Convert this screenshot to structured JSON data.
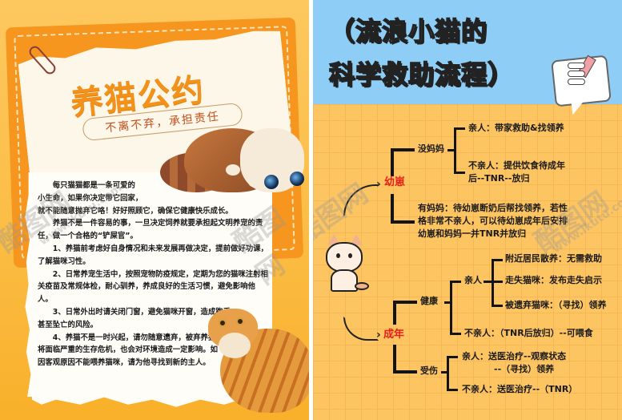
{
  "left_poster": {
    "title": "养猫公约",
    "subtitle": "不离不弃，承担责任",
    "paragraphs": [
      {
        "indent": true,
        "text": "每只猫猫都是一条可爱的"
      },
      {
        "indent": false,
        "text": "小生命，如果你决定带它回家，"
      },
      {
        "indent": false,
        "text": "就不能随意抛弃它咯！好好照顾它，确保它健康快乐成长。"
      },
      {
        "indent": true,
        "text": "养猫不是一件容易的事，一旦决定饲养就要承担起文明养宠的责任，做一个合格的“铲屎官”。"
      },
      {
        "indent": true,
        "text": "1、养猫前考虑好自身情况和未来发展再做决定，提前做好功课，了解猫咪习性。"
      },
      {
        "indent": true,
        "text": "2、日常养宠生活中，按照宠物防疫规定，定期为您的猫咪注射相关疫苗及常规体检，耐心驯养，养成良好的生活习惯，避免影响他人。"
      },
      {
        "indent": true,
        "text": "3、日常外出时请关闭门窗，避免猫咪开窗，造成跑丢甚至坠亡的风险。"
      },
      {
        "indent": true,
        "text": "4、养猫不是一时兴起，请勿随意遗弃，被弃养猫咪将面临严重的生存危机，也会对环境造成一定影响。如因客观原因不能喂养猫咪，请为他寻找到新的主人。"
      }
    ],
    "colors": {
      "background": "#fbbd45",
      "title": "#f3921b",
      "subtitle": "#c0501b",
      "card": "#f6961f"
    }
  },
  "right_poster": {
    "title_line1": "（流浪小猫的",
    "title_line2": "科学救助流程）",
    "colors": {
      "sky": "#8ecdf5",
      "grid_bg": "#fdc562",
      "category": "#e5201b",
      "line": "#141414"
    },
    "flow": {
      "kitten": {
        "label": "幼崽",
        "no_mother": {
          "label": "没妈妈",
          "friendly": "亲人：带家救助&找领养",
          "unfriendly_l1": "不亲人：提供饮食待成年",
          "unfriendly_l2": "后--TNR--放归"
        },
        "with_mother": {
          "l1": "有妈妈：待幼崽断奶后帮找领养，若性",
          "l2": "格非常不亲人，可以待幼崽成年后安排",
          "l3": "幼崽和妈妈一并TNR并放归"
        }
      },
      "adult": {
        "label": "成年",
        "healthy": {
          "label": "健康",
          "friendly": {
            "label": "亲人",
            "community": "附近居民散养：无需救助",
            "lost": "走失猫咪：发布走失启示",
            "abandoned": "被遗弃猫咪：（寻找）领养"
          },
          "unfriendly": "不亲人：（TNR后放归）--可喂食"
        },
        "injured": {
          "label": "受伤",
          "friendly_l1": "亲人：送医治疗--观察状态",
          "friendly_l2": "--（寻找）领养",
          "unfriendly": "不亲人：送医治疗--（TNR）"
        }
      }
    }
  },
  "watermark": {
    "brand": "酷图网",
    "domain": "www.ikutu.com"
  }
}
